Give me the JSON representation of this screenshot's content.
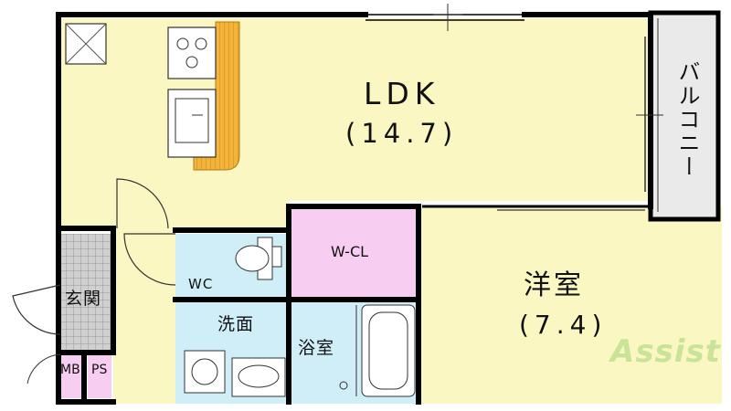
{
  "rooms": {
    "ldk": {
      "name": "LDK",
      "area": "(14.7)"
    },
    "yoshitsu": {
      "name": "洋室",
      "area": "(7.4)"
    },
    "balcony": {
      "name": "バルコニー"
    },
    "wcl": {
      "name": "W-CL"
    },
    "wc": {
      "name": "WC"
    },
    "genkan": {
      "name": "玄関"
    },
    "senmen": {
      "name": "洗面"
    },
    "yokushitsu": {
      "name": "浴室"
    },
    "mb": {
      "name": "MB"
    },
    "ps": {
      "name": "PS"
    }
  },
  "watermark": {
    "text": "Assist"
  },
  "colors": {
    "ldk_floor": "#fbf7c3",
    "wet_area": "#cfeef8",
    "closet": "#f7cdf1",
    "entrance_floor": "#fbf7c3",
    "kitchen_counter": "#f4b43c",
    "wall": "#000000",
    "balcony": "#eaeaea",
    "entrance_tile": "#c9c9c9",
    "logo": "#6ebe46"
  }
}
